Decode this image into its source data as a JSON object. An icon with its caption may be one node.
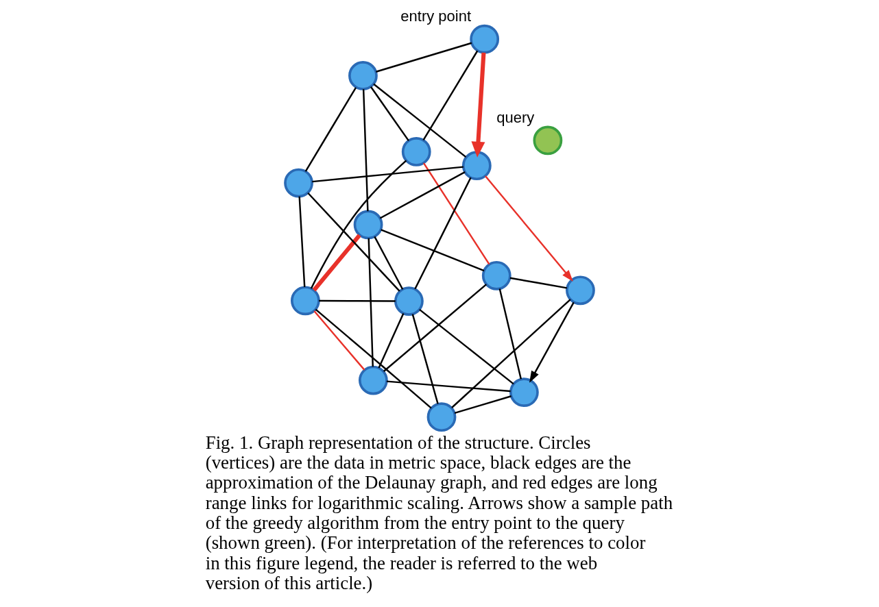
{
  "diagram": {
    "caption": "Fig. 1. Graph representation of the structure. Circles (vertices) are the data in metric space, black edges are the approximation of the Delaunay graph, and red edges are long range links for logarithmic scaling. Arrows show a sample path of the greedy algorithm from the entry point to the query (shown green). (For interpretation of the references to color in this figure legend, the reader is referred to the web version of this article.)",
    "nodes": [
      {
        "text": [],
        "shape": "circle"
      },
      {
        "text": [],
        "shape": "circle"
      },
      {
        "text": [],
        "shape": "circle"
      },
      {
        "text": [],
        "shape": "circle"
      },
      {
        "text": [],
        "shape": "circle"
      },
      {
        "text": [],
        "shape": "circle"
      },
      {
        "text": [],
        "shape": "circle"
      },
      {
        "text": [],
        "shape": "circle"
      },
      {
        "text": [],
        "shape": "circle",
        "beside": [
          "query"
        ]
      },
      {
        "text": [],
        "shape": "circle"
      },
      {
        "text": [],
        "shape": "circle"
      },
      {
        "text": [],
        "shape": "circle"
      },
      {
        "text": [],
        "shape": "circle"
      },
      {
        "text": [],
        "shape": "circle",
        "beside": [
          "entry point"
        ]
      }
    ],
    "edges": [
      {
        "from": 0,
        "to": 1,
        "arrow": "none"
      },
      {
        "from": 0,
        "to": 2,
        "arrow": "none"
      },
      {
        "from": 0,
        "to": 5,
        "arrow": "none"
      },
      {
        "from": 0,
        "to": 7,
        "arrow": "none"
      },
      {
        "from": 0,
        "to": 12,
        "arrow": "none",
        "color": "#e8322a"
      },
      {
        "from": 1,
        "to": 2,
        "arrow": "none"
      },
      {
        "from": 1,
        "to": 6,
        "arrow": "none"
      },
      {
        "from": 1,
        "to": 3,
        "arrow": "none"
      },
      {
        "from": 1,
        "to": 4,
        "arrow": "none"
      },
      {
        "from": 1,
        "to": 11,
        "arrow": "none",
        "style": "thick",
        "color": "#e8322a"
      },
      {
        "from": 2,
        "to": 7,
        "arrow": "none"
      },
      {
        "from": 2,
        "to": 6,
        "arrow": "none"
      },
      {
        "from": 2,
        "to": 11,
        "arrow": "none",
        "color": "#e8322a"
      },
      {
        "from": 3,
        "to": 6,
        "arrow": "none"
      },
      {
        "from": 3,
        "to": 4,
        "arrow": "none"
      },
      {
        "from": 3,
        "to": 9,
        "arrow": "none"
      },
      {
        "from": 3,
        "to": 5,
        "arrow": "to",
        "color": "#e8322a"
      },
      {
        "from": 4,
        "to": 9,
        "arrow": "none"
      },
      {
        "from": 4,
        "to": 13,
        "arrow": "none"
      },
      {
        "from": 4,
        "to": 12,
        "arrow": "none"
      },
      {
        "from": 5,
        "to": 7,
        "arrow": "to"
      },
      {
        "from": 5,
        "to": 10,
        "arrow": "none"
      },
      {
        "from": 6,
        "to": 7,
        "arrow": "none"
      },
      {
        "from": 6,
        "to": 9,
        "arrow": "none"
      },
      {
        "from": 6,
        "to": 11,
        "arrow": "none"
      },
      {
        "from": 6,
        "to": 10,
        "arrow": "none"
      },
      {
        "from": 7,
        "to": 10,
        "arrow": "none"
      },
      {
        "from": 9,
        "to": 11,
        "arrow": "none"
      },
      {
        "from": 10,
        "to": 11,
        "arrow": "none"
      },
      {
        "from": 11,
        "to": 12,
        "arrow": "none"
      },
      {
        "from": 12,
        "to": 13,
        "arrow": "none"
      },
      {
        "from": 13,
        "to": 3,
        "arrow": "to",
        "style": "thick",
        "color": "#e8322a"
      }
    ]
  }
}
